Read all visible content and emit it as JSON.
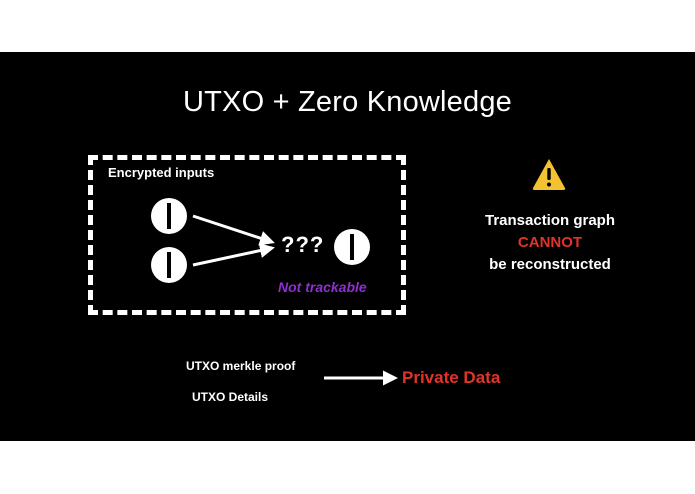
{
  "slide": {
    "title": "UTXO + Zero Knowledge",
    "box_label": "Encrypted inputs",
    "unknown_marker": "???",
    "not_trackable": "Not trackable",
    "warning_icon": "warning-triangle",
    "graph_line1": "Transaction graph",
    "graph_line2": "CANNOT",
    "graph_line3": "be reconstructed",
    "merkle_label": "UTXO merkle proof",
    "details_label": "UTXO Details",
    "private_label": "Private Data"
  },
  "colors": {
    "background": "#000000",
    "text": "#ffffff",
    "accent_red": "#e0342b",
    "accent_purple": "#8e2fd0",
    "warning_yellow": "#f2c230"
  }
}
